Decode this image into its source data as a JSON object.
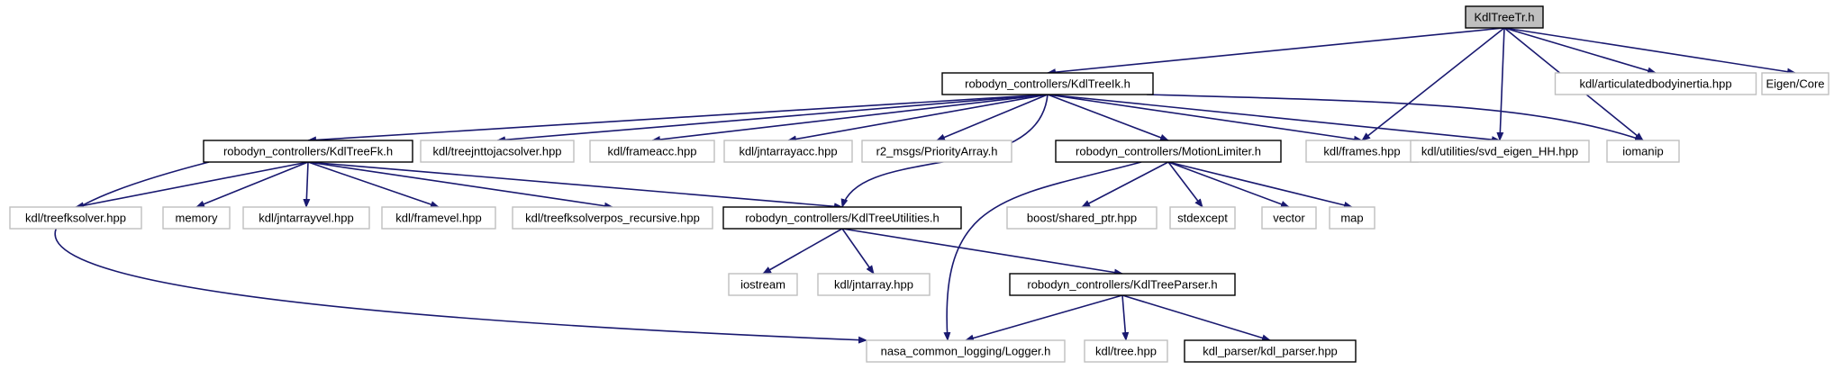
{
  "colors": {
    "edge": "#191970",
    "focus_fill": "#bfbfbf",
    "node_border_documented": "#000000",
    "node_border_external": "#bfbfbf",
    "background": "#ffffff"
  },
  "nodes": [
    {
      "id": "kdltreetr",
      "label": "KdlTreeTr.h",
      "kind": "focus"
    },
    {
      "id": "kdltreeik",
      "label": "robodyn_controllers/KdlTreeIk.h",
      "kind": "documented"
    },
    {
      "id": "articulated",
      "label": "kdl/articulatedbodyinertia.hpp",
      "kind": "external"
    },
    {
      "id": "eigencore",
      "label": "Eigen/Core",
      "kind": "external"
    },
    {
      "id": "kdltreefk",
      "label": "robodyn_controllers/KdlTreeFk.h",
      "kind": "documented"
    },
    {
      "id": "treejnt",
      "label": "kdl/treejnttojacsolver.hpp",
      "kind": "external"
    },
    {
      "id": "frameacc",
      "label": "kdl/frameacc.hpp",
      "kind": "external"
    },
    {
      "id": "jntarrayacc",
      "label": "kdl/jntarrayacc.hpp",
      "kind": "external"
    },
    {
      "id": "priority",
      "label": "r2_msgs/PriorityArray.h",
      "kind": "external"
    },
    {
      "id": "motionlimiter",
      "label": "robodyn_controllers/MotionLimiter.h",
      "kind": "documented"
    },
    {
      "id": "frames",
      "label": "kdl/frames.hpp",
      "kind": "external"
    },
    {
      "id": "svd",
      "label": "kdl/utilities/svd_eigen_HH.hpp",
      "kind": "external"
    },
    {
      "id": "iomanip",
      "label": "iomanip",
      "kind": "external"
    },
    {
      "id": "treefksolver",
      "label": "kdl/treefksolver.hpp",
      "kind": "external"
    },
    {
      "id": "memory",
      "label": "memory",
      "kind": "external"
    },
    {
      "id": "jntarrayvel",
      "label": "kdl/jntarrayvel.hpp",
      "kind": "external"
    },
    {
      "id": "framevel",
      "label": "kdl/framevel.hpp",
      "kind": "external"
    },
    {
      "id": "treefkpos",
      "label": "kdl/treefksolverpos_recursive.hpp",
      "kind": "external"
    },
    {
      "id": "utilities",
      "label": "robodyn_controllers/KdlTreeUtilities.h",
      "kind": "documented"
    },
    {
      "id": "sharedptr",
      "label": "boost/shared_ptr.hpp",
      "kind": "external"
    },
    {
      "id": "stdexcept",
      "label": "stdexcept",
      "kind": "external"
    },
    {
      "id": "vector",
      "label": "vector",
      "kind": "external"
    },
    {
      "id": "map",
      "label": "map",
      "kind": "external"
    },
    {
      "id": "iostream",
      "label": "iostream",
      "kind": "external"
    },
    {
      "id": "jntarray",
      "label": "kdl/jntarray.hpp",
      "kind": "external"
    },
    {
      "id": "parser",
      "label": "robodyn_controllers/KdlTreeParser.h",
      "kind": "documented"
    },
    {
      "id": "logger",
      "label": "nasa_common_logging/Logger.h",
      "kind": "external"
    },
    {
      "id": "tree",
      "label": "kdl/tree.hpp",
      "kind": "external"
    },
    {
      "id": "kdlparser",
      "label": "kdl_parser/kdl_parser.hpp",
      "kind": "documented"
    }
  ],
  "edges": [
    [
      "kdltreetr",
      "kdltreeik"
    ],
    [
      "kdltreetr",
      "articulated"
    ],
    [
      "kdltreetr",
      "eigencore"
    ],
    [
      "kdltreetr",
      "frames"
    ],
    [
      "kdltreetr",
      "svd"
    ],
    [
      "kdltreetr",
      "iomanip"
    ],
    [
      "kdltreeik",
      "kdltreefk"
    ],
    [
      "kdltreeik",
      "treejnt"
    ],
    [
      "kdltreeik",
      "frameacc"
    ],
    [
      "kdltreeik",
      "jntarrayacc"
    ],
    [
      "kdltreeik",
      "priority"
    ],
    [
      "kdltreeik",
      "utilities"
    ],
    [
      "kdltreeik",
      "motionlimiter"
    ],
    [
      "kdltreeik",
      "frames"
    ],
    [
      "kdltreeik",
      "svd"
    ],
    [
      "kdltreeik",
      "iomanip"
    ],
    [
      "kdltreefk",
      "treefksolver"
    ],
    [
      "kdltreefk",
      "memory"
    ],
    [
      "kdltreefk",
      "jntarrayvel"
    ],
    [
      "kdltreefk",
      "framevel"
    ],
    [
      "kdltreefk",
      "treefkpos"
    ],
    [
      "kdltreefk",
      "utilities"
    ],
    [
      "kdltreefk",
      "logger"
    ],
    [
      "motionlimiter",
      "logger"
    ],
    [
      "motionlimiter",
      "sharedptr"
    ],
    [
      "motionlimiter",
      "stdexcept"
    ],
    [
      "motionlimiter",
      "vector"
    ],
    [
      "motionlimiter",
      "map"
    ],
    [
      "utilities",
      "iostream"
    ],
    [
      "utilities",
      "jntarray"
    ],
    [
      "utilities",
      "parser"
    ],
    [
      "parser",
      "logger"
    ],
    [
      "parser",
      "tree"
    ],
    [
      "parser",
      "kdlparser"
    ]
  ]
}
